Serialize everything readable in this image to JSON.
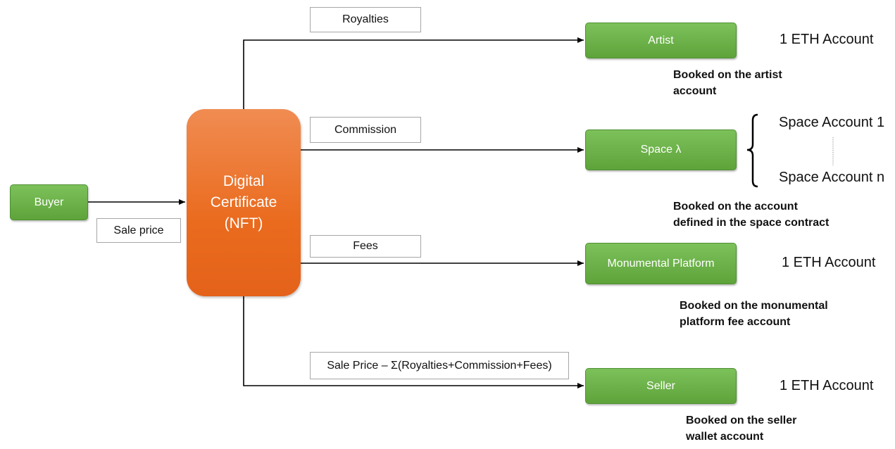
{
  "nodes": {
    "buyer": "Buyer",
    "nft_line1": "Digital",
    "nft_line2": "Certificate",
    "nft_line3": "(NFT)",
    "artist": "Artist",
    "space": "Space λ",
    "platform": "Monumental Platform",
    "seller": "Seller"
  },
  "edge_labels": {
    "sale_price": "Sale price",
    "royalties": "Royalties",
    "commission": "Commission",
    "fees": "Fees",
    "seller_amount": "Sale Price – Σ(Royalties+Commission+Fees)"
  },
  "accounts": {
    "artist": "1 ETH Account",
    "space_first": "Space Account 1",
    "space_last": "Space Account n",
    "platform": "1 ETH Account",
    "seller": "1 ETH Account"
  },
  "notes": {
    "artist_l1": "Booked on the artist",
    "artist_l2": "account",
    "space_l1": "Booked on the account",
    "space_l2": "defined in the space contract",
    "platform_l1": "Booked on the monumental",
    "platform_l2": "platform fee account",
    "seller_l1": "Booked on the seller",
    "seller_l2": "wallet account"
  },
  "colors": {
    "node_green": "#6bb247",
    "nft_orange": "#ec6f22",
    "line": "#000000"
  }
}
